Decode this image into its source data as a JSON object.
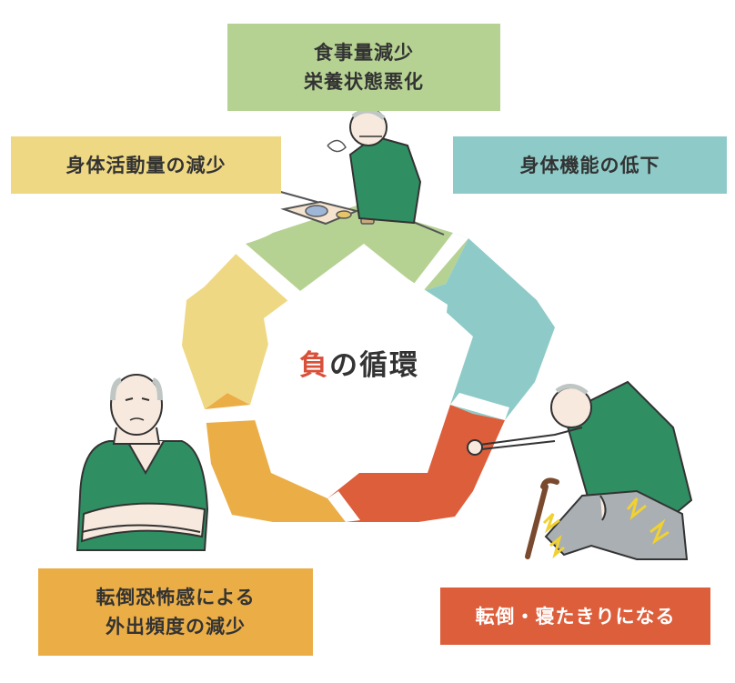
{
  "center_title": {
    "accent": "負",
    "rest": "の循環"
  },
  "stages": [
    {
      "lines": [
        "食事量減少",
        "栄養状態悪化"
      ],
      "color": "#b5d293"
    },
    {
      "lines": [
        "身体機能の低下"
      ],
      "color": "#8ecbc8"
    },
    {
      "lines": [
        "転倒・寝たきりになる"
      ],
      "color": "#dd5e3b"
    },
    {
      "lines": [
        "転倒恐怖感による",
        "外出頻度の減少"
      ],
      "color": "#ebae47"
    },
    {
      "lines": [
        "身体活動量の減少"
      ],
      "color": "#efd884"
    }
  ],
  "colors": {
    "text": "#333333",
    "accent_red": "#d9503a",
    "shirt_green": "#2f8f63",
    "skin": "#f7e9de",
    "hair": "#bfc6c4",
    "pants": "#a9afb2",
    "spark": "#f1d130"
  },
  "illustrations": [
    "elderly-man-eating-tired",
    "elderly-man-falling-with-cane",
    "elderly-man-worried-arms-crossed"
  ]
}
